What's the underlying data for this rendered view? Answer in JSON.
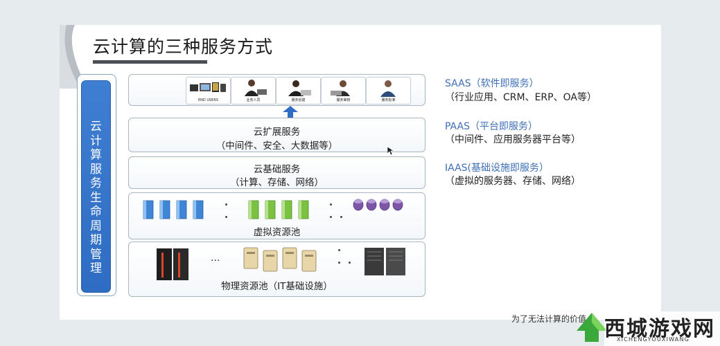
{
  "slide": {
    "title": "云计算的三种服务方式",
    "lifecycle_label": "云计算服务生命周期管理"
  },
  "layers": {
    "end_users": {
      "tiles": [
        {
          "caption": "END USERS"
        },
        {
          "caption": "业务人员"
        },
        {
          "caption": "服务创建"
        },
        {
          "caption": "服务审核"
        },
        {
          "caption": "服务批准"
        }
      ]
    },
    "cloud_extension": {
      "title": "云扩展服务",
      "subtitle": "（中间件、安全、大数据等）"
    },
    "cloud_base": {
      "title": "云基础服务",
      "subtitle": "（计算、存储、网络）"
    },
    "virtual_pool": {
      "title": "虚拟资源池",
      "ellipsis": ":"
    },
    "physical_pool": {
      "title": "物理资源池（IT基础设施）",
      "ellipsis": "..."
    }
  },
  "service_models": [
    {
      "name": "SAAS（软件即服务）",
      "desc": "（行业应用、CRM、ERP、OA等）"
    },
    {
      "name": "PAAS（平台即服务）",
      "desc": "（中间件、应用服务器平台等）"
    },
    {
      "name": "IAAS(基础设施即服务）",
      "desc": "（虚拟的服务器、存储、网络）"
    }
  ],
  "footer": {
    "text": "为了无法计算的价值"
  },
  "watermark": {
    "title": "西城游戏网",
    "subtitle": "XICHENGYOUXIWANG"
  },
  "colors": {
    "accent_blue": "#2f6cc3",
    "label_blue": "#3f6fb8",
    "virtual_blue": "#3f86d6",
    "virtual_green": "#7cc242",
    "virtual_purple": "#7d56a8",
    "server_red": "#d9472a"
  }
}
